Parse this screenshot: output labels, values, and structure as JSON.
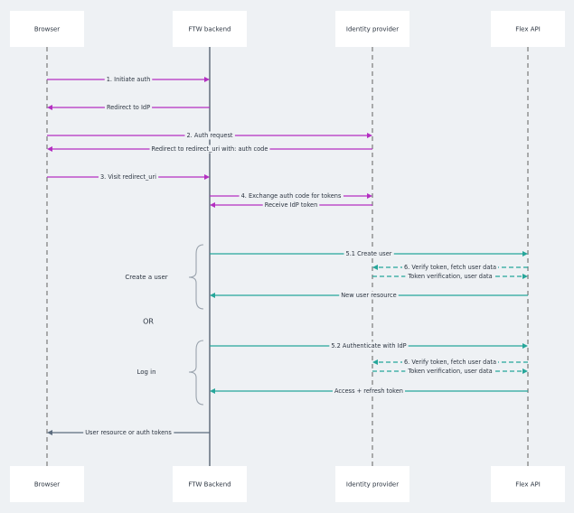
{
  "participants_top": [
    "Browser",
    "FTW backend",
    "Identity provider",
    "Flex API"
  ],
  "participants_bottom": [
    "Browser",
    "FTW Backend",
    "Identity provider",
    "Flex API"
  ],
  "colors": {
    "purple": "#b42fc1",
    "teal": "#26a69a",
    "slate": "#5c6c7e",
    "lifeline_dashed": "#7a7a7a",
    "lifeline_solid": "#4d5a6a",
    "brace": "#9aa3ad"
  },
  "messages": [
    {
      "label": "1. Initiate auth",
      "from": 0,
      "to": 1,
      "color": "purple",
      "style": "solid"
    },
    {
      "label": "Redirect to IdP",
      "from": 1,
      "to": 0,
      "color": "purple",
      "style": "solid"
    },
    {
      "label": "2. Auth request",
      "from": 0,
      "to": 2,
      "color": "purple",
      "style": "solid"
    },
    {
      "label": "Redirect to redirect_uri with: auth code",
      "from": 2,
      "to": 0,
      "color": "purple",
      "style": "solid"
    },
    {
      "label": "3. Visit redirect_uri",
      "from": 0,
      "to": 1,
      "color": "purple",
      "style": "solid"
    },
    {
      "label": "4. Exchange auth code for tokens",
      "from": 1,
      "to": 2,
      "color": "purple",
      "style": "solid"
    },
    {
      "label": "Receive IdP token",
      "from": 2,
      "to": 1,
      "color": "purple",
      "style": "solid"
    },
    {
      "label": "5.1 Create user",
      "from": 1,
      "to": 3,
      "color": "teal",
      "style": "solid"
    },
    {
      "label": "6. Verify token, fetch user data",
      "from": 3,
      "to": 2,
      "color": "teal",
      "style": "dashed"
    },
    {
      "label": "Token verification, user data",
      "from": 2,
      "to": 3,
      "color": "teal",
      "style": "dashed"
    },
    {
      "label": "New user resource",
      "from": 3,
      "to": 1,
      "color": "teal",
      "style": "solid"
    },
    {
      "label": "5.2 Authenticate with IdP",
      "from": 1,
      "to": 3,
      "color": "teal",
      "style": "solid"
    },
    {
      "label": "6. Verify token, fetch user data",
      "from": 3,
      "to": 2,
      "color": "teal",
      "style": "dashed"
    },
    {
      "label": "Token verification, user data",
      "from": 2,
      "to": 3,
      "color": "teal",
      "style": "dashed"
    },
    {
      "label": "Access + refresh token",
      "from": 3,
      "to": 1,
      "color": "teal",
      "style": "solid"
    },
    {
      "label": "User resource or auth tokens",
      "from": 1,
      "to": 0,
      "color": "slate",
      "style": "solid"
    }
  ],
  "groups": [
    {
      "label": "Create a user"
    },
    {
      "label": "Log in"
    }
  ],
  "separator": "OR"
}
